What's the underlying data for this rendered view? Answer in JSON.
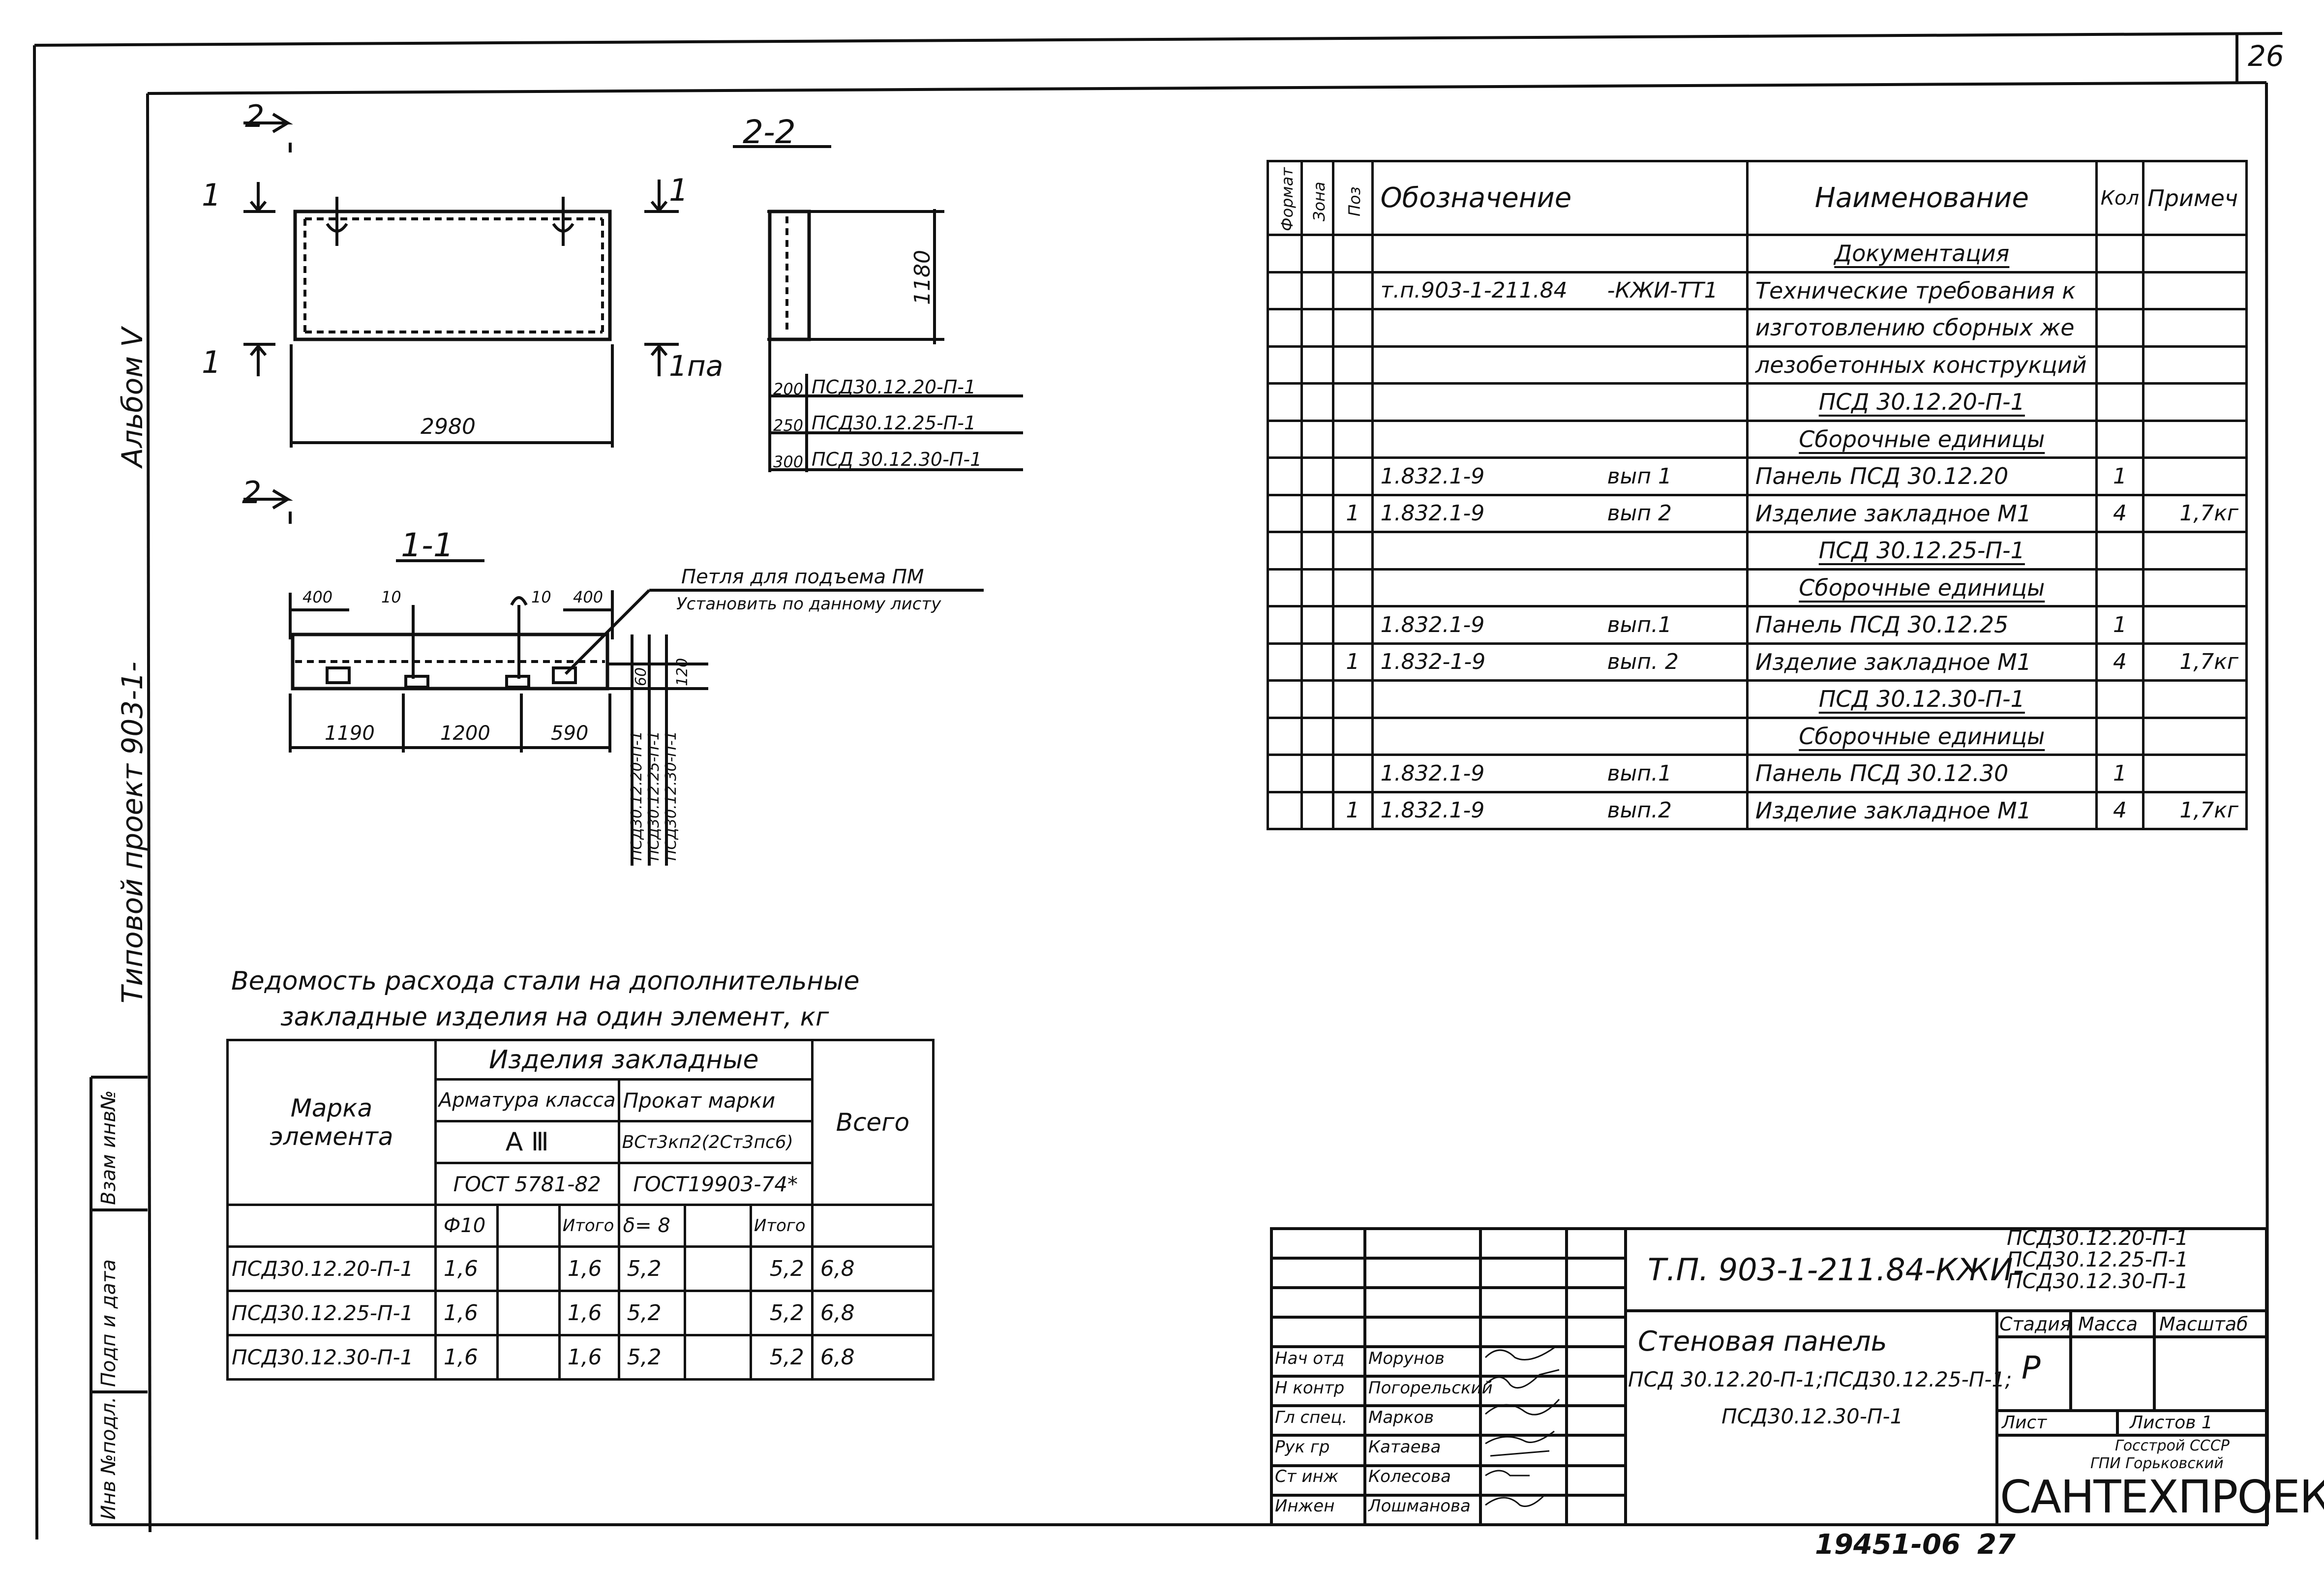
{
  "sheet_number": "26",
  "side_titles": {
    "album": "Альбом Ⅴ",
    "project": "Типовой  проект 903-1-",
    "stamp_col1": "Инв №подл.",
    "stamp_col2": "Подп и дата",
    "stamp_col3": "Взам инв№"
  },
  "plan": {
    "section_22": "2-2",
    "section_11": "1-1",
    "cut_2": "2",
    "cut_1": "1",
    "cut_1pa": "1па",
    "length": "2980",
    "height": "1180",
    "thick_200": "200",
    "thick_250": "250",
    "thick_300": "300",
    "mark_200": "ПСД30.12.20-П-1",
    "mark_250": "ПСД30.12.25-П-1",
    "mark_300": "ПСД 30.12.30-П-1",
    "dim_400a": "400",
    "dim_10a": "10",
    "dim_10b": "10",
    "dim_400b": "400",
    "dim_1190": "1190",
    "dim_1200": "1200",
    "dim_590": "590",
    "dim_60": "60",
    "dim_120": "120",
    "loop_note1": "Петля для подъема ПМ",
    "loop_note2": "Установить по данному листу",
    "vert_mark1": "ПСД30.12.20-П-1",
    "vert_mark2": "ПСД30.12.25-П-1",
    "vert_mark3": "ПСД30.12.30-П-1"
  },
  "spec": {
    "headers": {
      "format": "Формат",
      "zone": "Зона",
      "pos": "Поз",
      "designation": "Обозначение",
      "name": "Наименование",
      "qty": "Кол",
      "note": "Примеч"
    },
    "rows": [
      {
        "pos": "",
        "designation": "",
        "issue": "",
        "name": "Документация",
        "qty": "",
        "note": "",
        "heading": true
      },
      {
        "pos": "",
        "designation": "т.п.903-1-211.84",
        "issue": "-КЖИ-ТТ1",
        "name": "Технические требования к",
        "qty": "",
        "note": ""
      },
      {
        "pos": "",
        "designation": "",
        "issue": "",
        "name": "изготовлению сборных же",
        "qty": "",
        "note": ""
      },
      {
        "pos": "",
        "designation": "",
        "issue": "",
        "name": "лезобетонных конструкций",
        "qty": "",
        "note": ""
      },
      {
        "pos": "",
        "designation": "",
        "issue": "",
        "name": "ПСД 30.12.20-П-1",
        "qty": "",
        "note": "",
        "heading": true
      },
      {
        "pos": "",
        "designation": "",
        "issue": "",
        "name": "Сборочные единицы",
        "qty": "",
        "note": "",
        "heading": true
      },
      {
        "pos": "",
        "designation": "1.832.1-9",
        "issue": "вып 1",
        "name": "Панель  ПСД 30.12.20",
        "qty": "1",
        "note": ""
      },
      {
        "pos": "1",
        "designation": "1.832.1-9",
        "issue": "вып 2",
        "name": "Изделие  закладное М1",
        "qty": "4",
        "note": "1,7кг"
      },
      {
        "pos": "",
        "designation": "",
        "issue": "",
        "name": "ПСД 30.12.25-П-1",
        "qty": "",
        "note": "",
        "heading": true
      },
      {
        "pos": "",
        "designation": "",
        "issue": "",
        "name": "Сборочные  единицы",
        "qty": "",
        "note": "",
        "heading": true
      },
      {
        "pos": "",
        "designation": "1.832.1-9",
        "issue": "вып.1",
        "name": "Панель ПСД 30.12.25",
        "qty": "1",
        "note": ""
      },
      {
        "pos": "1",
        "designation": "1.832-1-9",
        "issue": "вып. 2",
        "name": "Изделие закладное М1",
        "qty": "4",
        "note": "1,7кг"
      },
      {
        "pos": "",
        "designation": "",
        "issue": "",
        "name": "ПСД 30.12.30-П-1",
        "qty": "",
        "note": "",
        "heading": true
      },
      {
        "pos": "",
        "designation": "",
        "issue": "",
        "name": "Сборочные единицы",
        "qty": "",
        "note": "",
        "heading": true
      },
      {
        "pos": "",
        "designation": "1.832.1-9",
        "issue": "вып.1",
        "name": "Панель  ПСД 30.12.30",
        "qty": "1",
        "note": ""
      },
      {
        "pos": "1",
        "designation": "1.832.1-9",
        "issue": "вып.2",
        "name": "Изделие  закладное М1",
        "qty": "4",
        "note": "1,7кг"
      }
    ]
  },
  "steel": {
    "title1": "Ведомость  расхода  стали на  дополнительные",
    "title2": "закладные   изделия  на один элемент, кг",
    "h_mark": "Марка элемента",
    "h_items": "Изделия   закладные",
    "h_rebar": "Арматура класса",
    "h_rolled": "Прокат марки",
    "h_total": "Всего",
    "rebar_class": "А Ⅲ",
    "rolled_grade": "ВСт3кп2(2Ст3пс6)",
    "gost1": "ГОСТ 5781-82",
    "gost2": "ГОСТ19903-74*",
    "d10": "Ф10",
    "itogo1": "Итого",
    "delta8": "δ= 8",
    "itogo2": "Итого",
    "rows": [
      {
        "mark": "ПСД30.12.20-П-1",
        "f10": "1,6",
        "it1": "1,6",
        "d8": "5,2",
        "it2": "5,2",
        "total": "6,8"
      },
      {
        "mark": "ПСД30.12.25-П-1",
        "f10": "1,6",
        "it1": "1,6",
        "d8": "5,2",
        "it2": "5,2",
        "total": "6,8"
      },
      {
        "mark": "ПСД30.12.30-П-1",
        "f10": "1,6",
        "it1": "1,6",
        "d8": "5,2",
        "it2": "5,2",
        "total": "6,8"
      }
    ]
  },
  "title_block": {
    "code": "Т.П. 903-1-211.84-КЖИ-",
    "marks": [
      "ПСД30.12.20-П-1",
      "ПСД30.12.25-П-1",
      "ПСД30.12.30-П-1"
    ],
    "name1": "Стеновая  панель",
    "name2": "ПСД 30.12.20-П-1;ПСД30.12.25-П-1;",
    "name3": "ПСД30.12.30-П-1",
    "stage_h": "Стадия",
    "mass_h": "Масса",
    "scale_h": "Масштаб",
    "stage": "Р",
    "sheet_h": "Лист",
    "sheets_h": "Листов 1",
    "org1": "Госстрой СССР",
    "org2": "ГПИ   Горьковский",
    "org3": "САНТЕХПРОЕКТ",
    "people": [
      {
        "role": "Нач отд",
        "name": "Морунов"
      },
      {
        "role": "Н контр",
        "name": "Погорельский"
      },
      {
        "role": "Гл спец.",
        "name": "Марков"
      },
      {
        "role": "Рук гр",
        "name": "Катаева"
      },
      {
        "role": "Ст инж",
        "name": "Колесова"
      },
      {
        "role": "Инжен",
        "name": "Лошманова"
      }
    ]
  },
  "footer": {
    "inv": "19451-06",
    "page": "27"
  }
}
